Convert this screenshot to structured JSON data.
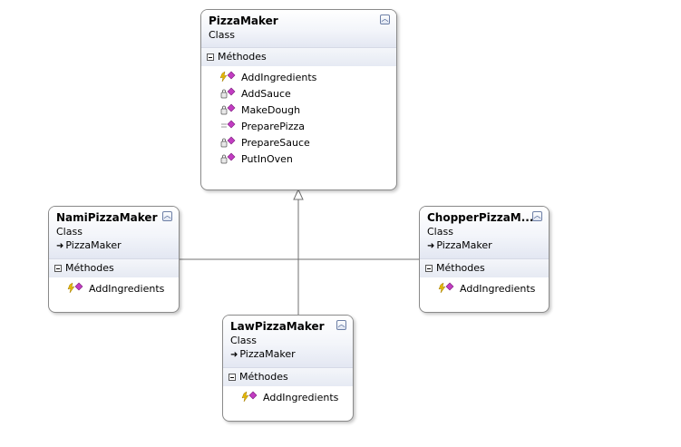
{
  "section_label": "Méthodes",
  "classes": [
    {
      "name": "PizzaMaker",
      "stereotype": "Class",
      "base": "",
      "methods": [
        {
          "name": "AddIngredients",
          "icon": "public-method-icon"
        },
        {
          "name": "AddSauce",
          "icon": "private-method-icon"
        },
        {
          "name": "MakeDough",
          "icon": "private-method-icon"
        },
        {
          "name": "PreparePizza",
          "icon": "method-icon"
        },
        {
          "name": "PrepareSauce",
          "icon": "private-method-icon"
        },
        {
          "name": "PutInOven",
          "icon": "private-method-icon"
        }
      ]
    },
    {
      "name": "NamiPizzaMaker",
      "stereotype": "Class",
      "base": "PizzaMaker",
      "methods": [
        {
          "name": "AddIngredients",
          "icon": "public-method-icon"
        }
      ]
    },
    {
      "name": "ChopperPizzaM...",
      "stereotype": "Class",
      "base": "PizzaMaker",
      "methods": [
        {
          "name": "AddIngredients",
          "icon": "public-method-icon"
        }
      ]
    },
    {
      "name": "LawPizzaMaker",
      "stereotype": "Class",
      "base": "PizzaMaker",
      "methods": [
        {
          "name": "AddIngredients",
          "icon": "public-method-icon"
        }
      ]
    }
  ],
  "colors": {
    "connector": "#707070",
    "method_magenta": "#c23cc2"
  }
}
